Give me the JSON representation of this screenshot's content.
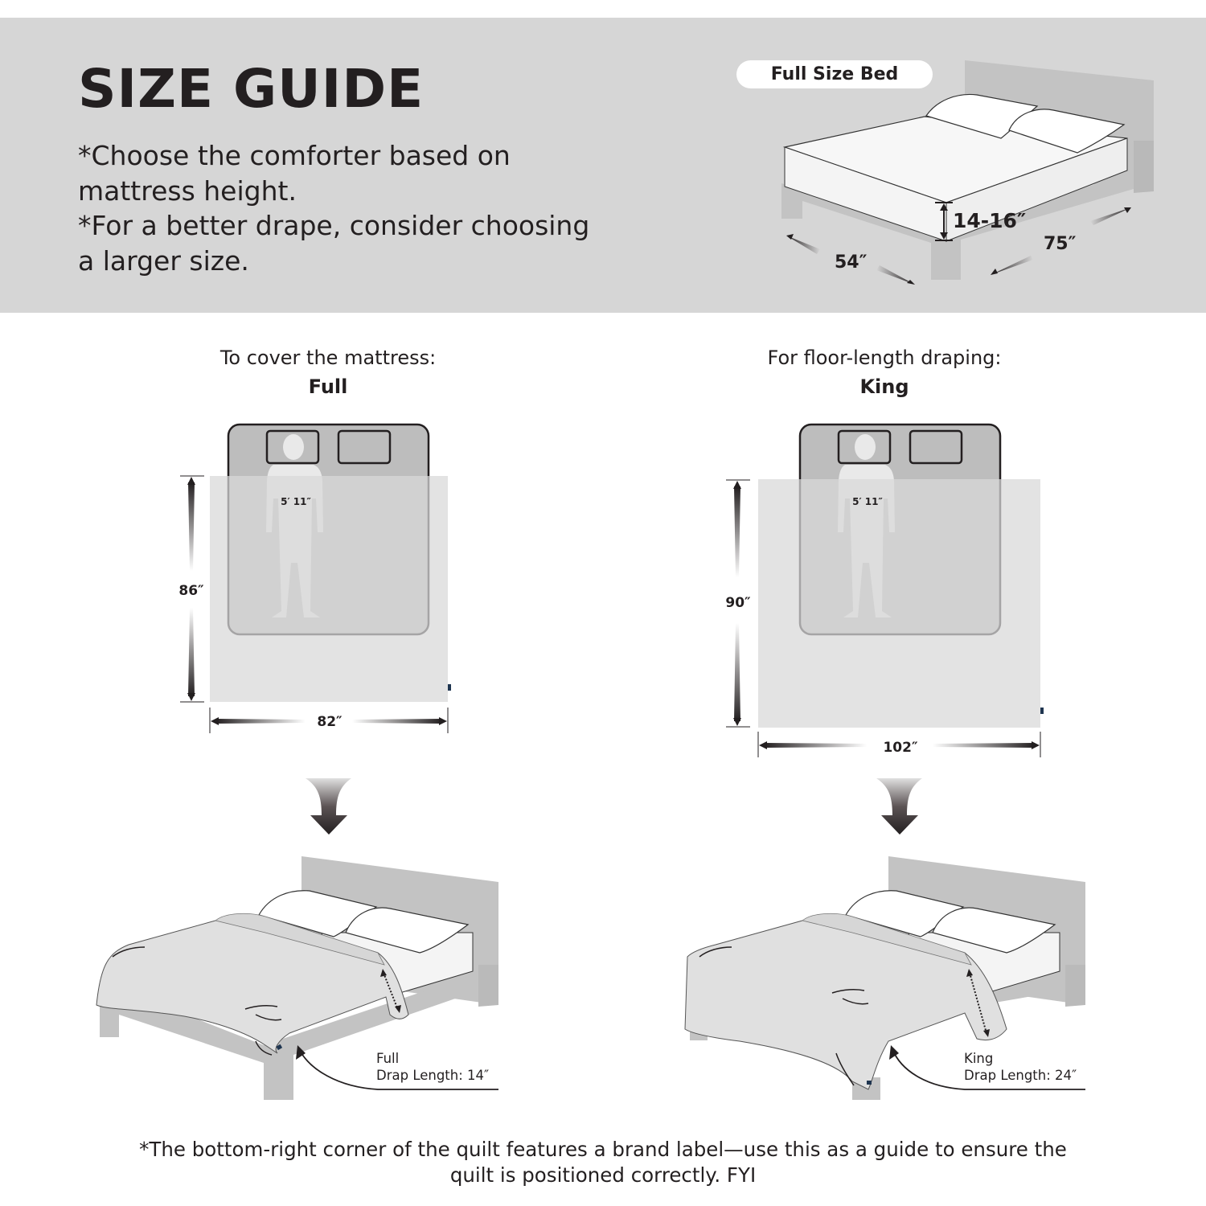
{
  "header": {
    "title": "SIZE GUIDE",
    "notes": [
      "*Choose the comforter based on",
      "mattress height.",
      "*For a better drape, consider choosing",
      "a larger size."
    ],
    "bed_label": "Full Size Bed",
    "dimensions": {
      "height": "14-16″",
      "width": "54″",
      "length": "75″"
    }
  },
  "options": [
    {
      "heading": "To cover the mattress:",
      "size": "Full",
      "person_height": "5′ 11″",
      "quilt_length": "86″",
      "quilt_width": "82″",
      "drape_size": "Full",
      "drape_length": "Drap Length: 14″"
    },
    {
      "heading": "For floor-length draping:",
      "size": "King",
      "person_height": "5′ 11″",
      "quilt_length": "90″",
      "quilt_width": "102″",
      "drape_size": "King",
      "drape_length": "Drap Length: 24″"
    }
  ],
  "footer": {
    "line1": "*The bottom-right corner of the quilt features a brand label—use this as a guide to ensure the",
    "line2": "quilt is positioned correctly.  FYI"
  },
  "colors": {
    "header_band": "#d6d6d6",
    "text": "#231f20",
    "bed_frame": "#c3c3c3",
    "quilt": "#e2e2e2",
    "mattress_top": "#bfbfbf",
    "brand_label": "#1f3550"
  },
  "icons": {
    "down_arrow": "down-arrow-icon",
    "person": "person-silhouette-icon",
    "pillow": "pillow-icon",
    "callout_arrow": "curved-arrow-icon"
  }
}
